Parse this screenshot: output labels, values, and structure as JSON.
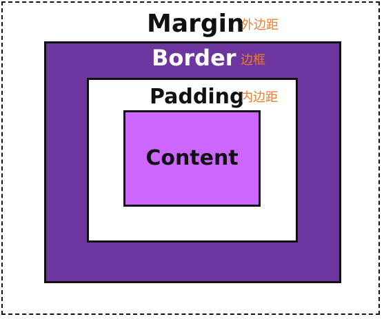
{
  "colors": {
    "border_fill": "#6c35a0",
    "content_fill": "#cc66ff",
    "chinese_label": "#ed7d31",
    "outline": "#111111"
  },
  "margin": {
    "label": "Margin",
    "label_zh": "外边距"
  },
  "border": {
    "label": "Border",
    "label_zh": "边框"
  },
  "padding": {
    "label": "Padding",
    "label_zh": "内边距"
  },
  "content": {
    "label": "Content"
  }
}
